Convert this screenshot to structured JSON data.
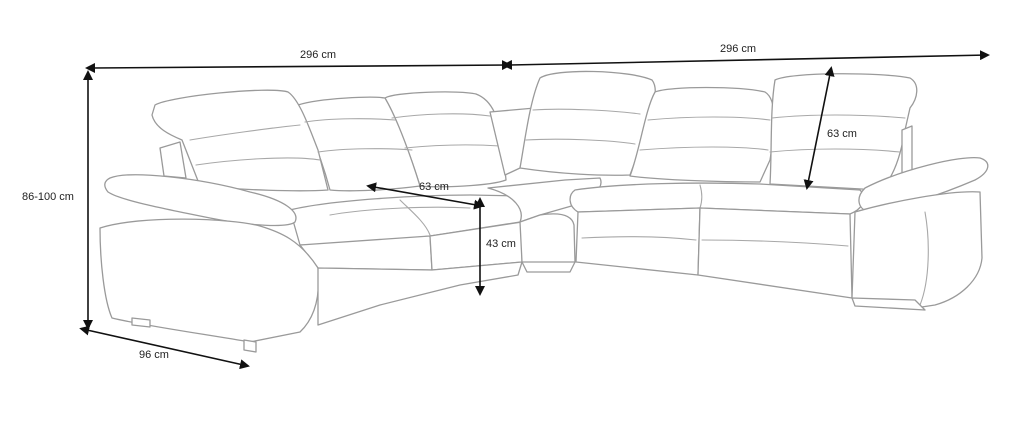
{
  "dimensions": {
    "width_left": "296 cm",
    "width_right": "296 cm",
    "height": "86-100 cm",
    "depth": "96 cm",
    "seat_depth": "63 cm",
    "seat_height": "43 cm",
    "backrest_height": "63 cm"
  },
  "colors": {
    "outline": "#9a9a9a",
    "dimension_line": "#111111",
    "label": "#222222"
  }
}
